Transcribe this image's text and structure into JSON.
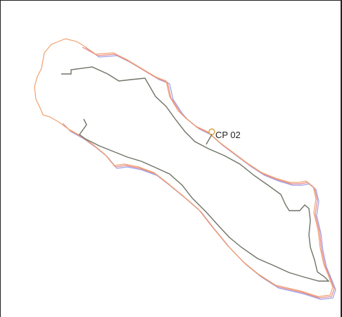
{
  "map": {
    "checkpoint": {
      "label": "CP 02"
    },
    "tracks": [
      {
        "id": "track-orange",
        "color": "#f0a070"
      },
      {
        "id": "track-blue",
        "color": "#9aa0e8"
      },
      {
        "id": "track-pink",
        "color": "#e88a8a"
      },
      {
        "id": "track-grey",
        "color": "#6e7466"
      }
    ],
    "background_color": "#ffffff",
    "border_color": "#222222"
  }
}
